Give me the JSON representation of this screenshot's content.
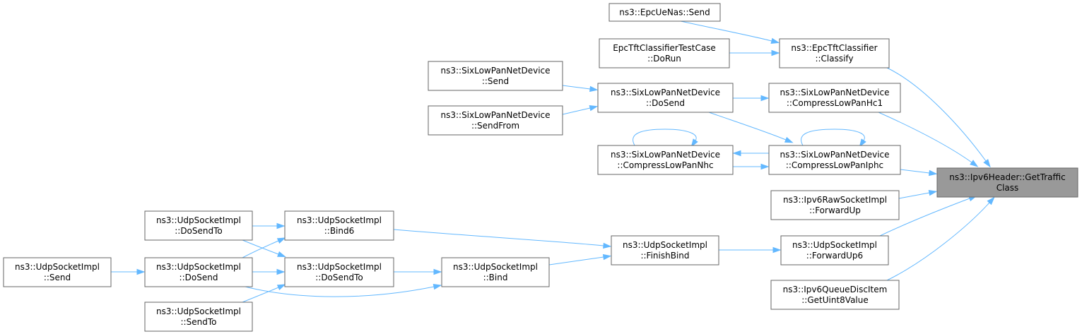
{
  "nodes": {
    "root": [
      "ns3::Ipv6Header::GetTraffic",
      "Class"
    ],
    "epcUeNasSend": [
      "ns3::EpcUeNas::Send"
    ],
    "tftClassify": [
      "ns3::EpcTftClassifier",
      "::Classify"
    ],
    "tftTestDoRun": [
      "EpcTftClassifierTestCase",
      "::DoRun"
    ],
    "sixSend": [
      "ns3::SixLowPanNetDevice",
      "::Send"
    ],
    "sixDoSend": [
      "ns3::SixLowPanNetDevice",
      "::DoSend"
    ],
    "sixSendFrom": [
      "ns3::SixLowPanNetDevice",
      "::SendFrom"
    ],
    "sixHc1": [
      "ns3::SixLowPanNetDevice",
      "::CompressLowPanHc1"
    ],
    "sixNhc": [
      "ns3::SixLowPanNetDevice",
      "::CompressLowPanNhc"
    ],
    "sixIphc": [
      "ns3::SixLowPanNetDevice",
      "::CompressLowPanIphc"
    ],
    "rawFwd": [
      "ns3::Ipv6RawSocketImpl",
      "::ForwardUp"
    ],
    "udpFwd6": [
      "ns3::UdpSocketImpl",
      "::ForwardUp6"
    ],
    "qdiscUint8": [
      "ns3::Ipv6QueueDiscItem",
      "::GetUint8Value"
    ],
    "finishBind": [
      "ns3::UdpSocketImpl",
      "::FinishBind"
    ],
    "bind6": [
      "ns3::UdpSocketImpl",
      "::Bind6"
    ],
    "bind": [
      "ns3::UdpSocketImpl",
      "::Bind"
    ],
    "doSendToL": [
      "ns3::UdpSocketImpl",
      "::DoSendTo"
    ],
    "doSendToM": [
      "ns3::UdpSocketImpl",
      "::DoSendTo"
    ],
    "doSend": [
      "ns3::UdpSocketImpl",
      "::DoSend"
    ],
    "sendTo": [
      "ns3::UdpSocketImpl",
      "::SendTo"
    ],
    "udpSend": [
      "ns3::UdpSocketImpl",
      "::Send"
    ]
  },
  "edges": [
    [
      "epcUeNasSend",
      "tftClassify"
    ],
    [
      "tftTestDoRun",
      "tftClassify"
    ],
    [
      "tftClassify",
      "root"
    ],
    [
      "sixSend",
      "sixDoSend"
    ],
    [
      "sixSendFrom",
      "sixDoSend"
    ],
    [
      "sixDoSend",
      "sixHc1"
    ],
    [
      "sixDoSend",
      "sixIphc"
    ],
    [
      "sixHc1",
      "root"
    ],
    [
      "sixIphc",
      "sixNhc"
    ],
    [
      "sixNhc",
      "sixIphc"
    ],
    [
      "sixIphc",
      "sixIphc"
    ],
    [
      "sixNhc",
      "sixNhc"
    ],
    [
      "sixIphc",
      "root"
    ],
    [
      "rawFwd",
      "root"
    ],
    [
      "udpFwd6",
      "root"
    ],
    [
      "qdiscUint8",
      "root"
    ],
    [
      "finishBind",
      "udpFwd6"
    ],
    [
      "bind6",
      "finishBind"
    ],
    [
      "bind",
      "finishBind"
    ],
    [
      "doSendToL",
      "bind6"
    ],
    [
      "doSend",
      "bind6"
    ],
    [
      "doSendToL",
      "doSendToM"
    ],
    [
      "doSend",
      "doSendToM"
    ],
    [
      "sendTo",
      "doSendToM"
    ],
    [
      "doSendToM",
      "bind"
    ],
    [
      "doSend",
      "bind"
    ],
    [
      "udpSend",
      "doSend"
    ]
  ]
}
